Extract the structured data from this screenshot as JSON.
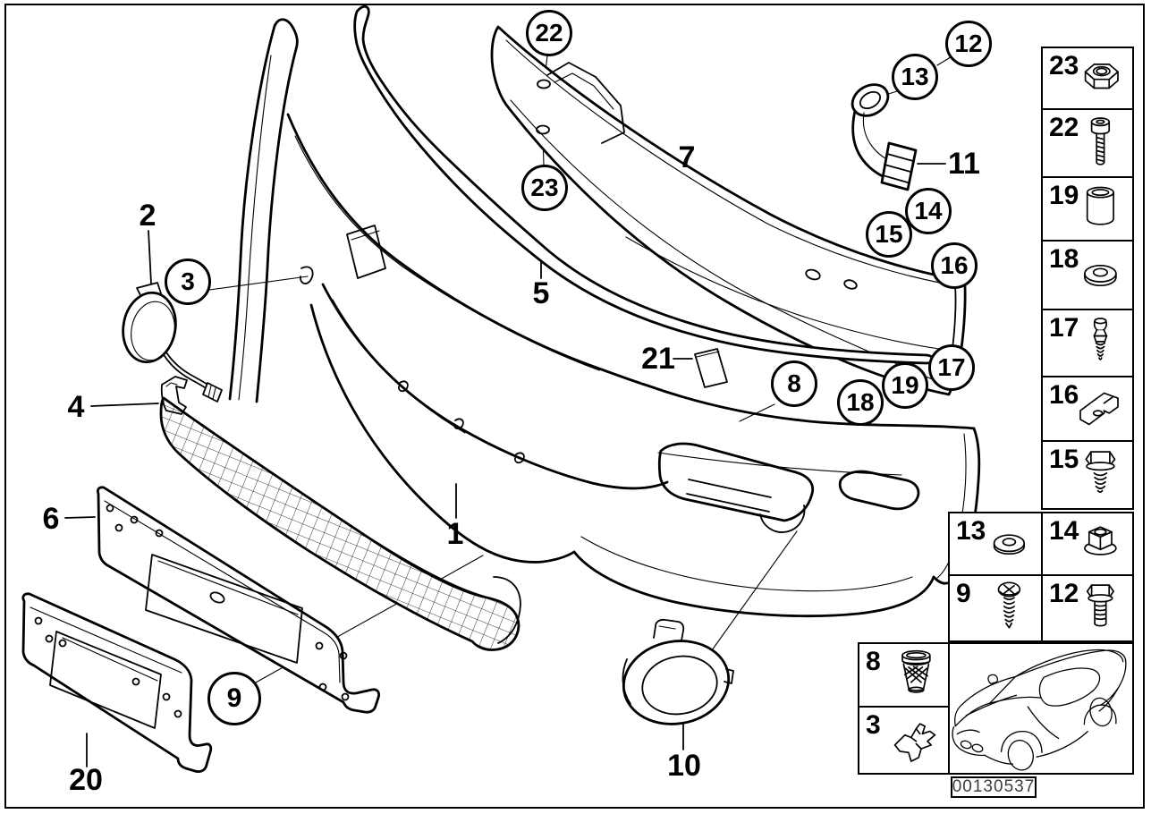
{
  "page": {
    "background": "#ffffff",
    "ink": "#000000"
  },
  "callouts": {
    "n1": "1",
    "n2": "2",
    "n3": "3",
    "n4": "4",
    "n5": "5",
    "n6": "6",
    "n7": "7",
    "n8": "8",
    "n9": "9",
    "n10": "10",
    "n11": "11",
    "n12": "12",
    "n13": "13",
    "n14": "14",
    "n15": "15",
    "n16": "16",
    "n17": "17",
    "n18": "18",
    "n19": "19",
    "n20": "20",
    "n21": "21",
    "n22": "22",
    "n23": "23"
  },
  "legend": {
    "cells": [
      {
        "num": "23",
        "icon": "hex-nut-icon"
      },
      {
        "num": "22",
        "icon": "socket-head-screw-icon"
      },
      {
        "num": "19",
        "icon": "spacer-sleeve-icon"
      },
      {
        "num": "18",
        "icon": "washer-icon"
      },
      {
        "num": "17",
        "icon": "ball-pin-screw-icon"
      },
      {
        "num": "16",
        "icon": "cage-clip-icon"
      },
      {
        "num": "15",
        "icon": "hex-screw-icon"
      },
      {
        "num": "13",
        "icon": "washer-icon"
      },
      {
        "num": "14",
        "icon": "flange-nut-icon"
      },
      {
        "num": "9",
        "icon": "phillips-screw-icon"
      },
      {
        "num": "12",
        "icon": "flange-bolt-icon"
      },
      {
        "num": "8",
        "icon": "expanding-grommet-icon"
      },
      {
        "num": "3",
        "icon": "mounting-clip-icon"
      }
    ]
  },
  "footer": {
    "image_code": "00130537"
  }
}
